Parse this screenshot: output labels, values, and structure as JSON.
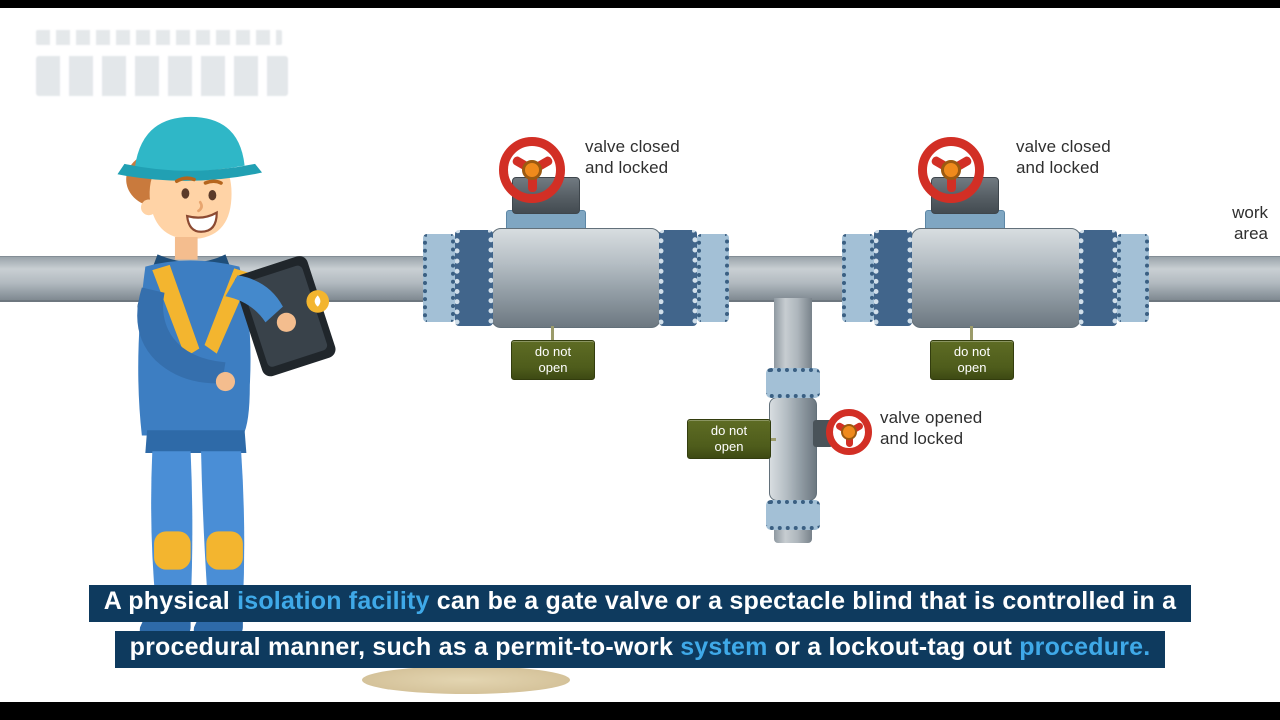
{
  "frame": {
    "background": "#ffffff",
    "letterbox_color": "#000000"
  },
  "diagram": {
    "work_area_label": "work\narea",
    "valves": [
      {
        "name": "left-gate-valve",
        "label": "valve closed\nand locked",
        "tag": "do not\nopen"
      },
      {
        "name": "right-gate-valve",
        "label": "valve closed\nand locked",
        "tag": "do not\nopen"
      },
      {
        "name": "branch-bleed-valve",
        "label": "valve opened\nand locked",
        "tag": "do not\nopen"
      }
    ],
    "colors": {
      "pipe": "#aab3ba",
      "flange_dark": "#41658b",
      "flange_light": "#a3c0d6",
      "handwheel_red": "#d22f25",
      "hub_orange": "#ef8a1c",
      "tag_green": "#4e5c1b",
      "label_text": "#2f2f2f"
    }
  },
  "captions": {
    "bar_color": "#0e3a5e",
    "text_color": "#ffffff",
    "highlight_color": "#3fa9e8",
    "line1": {
      "segments": [
        {
          "text": "A physical ",
          "highlight": false
        },
        {
          "text": "isolation facility",
          "highlight": true
        },
        {
          "text": " can be a gate valve or a spectacle blind that is controlled in a",
          "highlight": false
        }
      ]
    },
    "line2": {
      "segments": [
        {
          "text": "procedural manner, such as a permit-to-work ",
          "highlight": false
        },
        {
          "text": "system",
          "highlight": true
        },
        {
          "text": " or a lockout-tag out ",
          "highlight": false
        },
        {
          "text": "procedure.",
          "highlight": true
        }
      ]
    }
  }
}
